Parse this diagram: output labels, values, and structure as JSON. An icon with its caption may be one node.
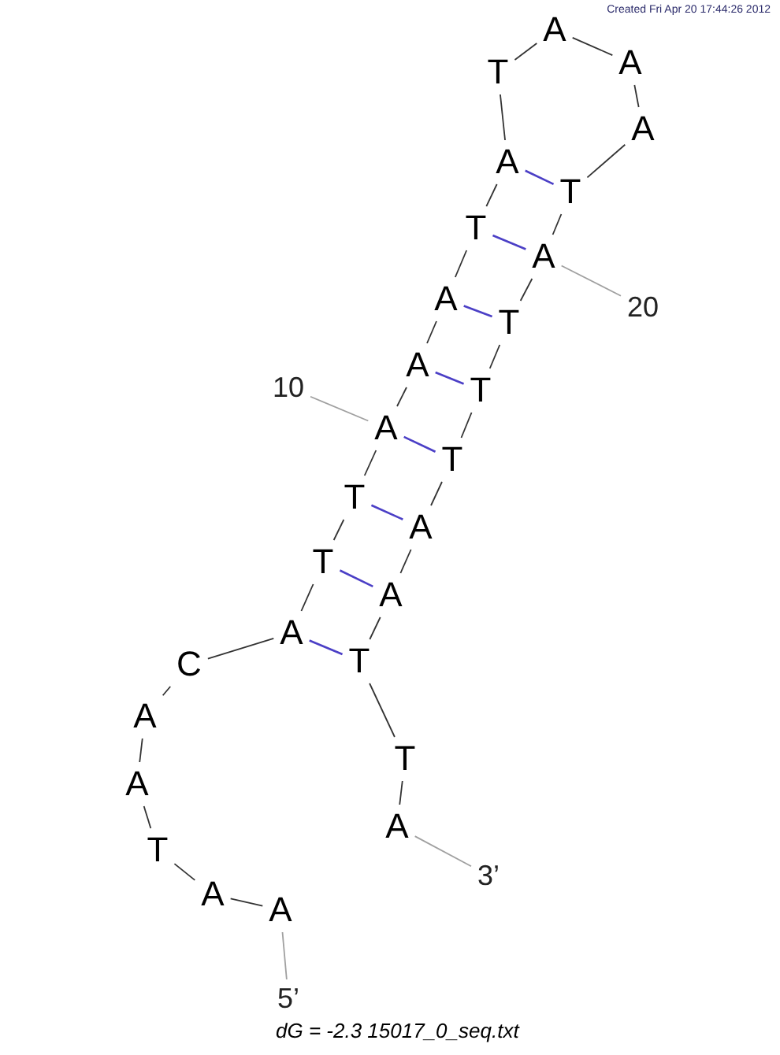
{
  "diagram": {
    "nodes": [
      {
        "text": [
          "A"
        ]
      },
      {
        "text": [
          "A"
        ]
      },
      {
        "text": [
          "T"
        ]
      },
      {
        "text": [
          "A"
        ]
      },
      {
        "text": [
          "A"
        ]
      },
      {
        "text": [
          "C"
        ]
      },
      {
        "text": [
          "A"
        ]
      },
      {
        "text": [
          "T"
        ]
      },
      {
        "text": [
          "T"
        ]
      },
      {
        "text": [
          "A"
        ]
      },
      {
        "text": [
          "A"
        ]
      },
      {
        "text": [
          "A"
        ]
      },
      {
        "text": [
          "T"
        ]
      },
      {
        "text": [
          "A"
        ]
      },
      {
        "text": [
          "T"
        ]
      },
      {
        "text": [
          "A"
        ]
      },
      {
        "text": [
          "A"
        ]
      },
      {
        "text": [
          "A"
        ]
      },
      {
        "text": [
          "T"
        ]
      },
      {
        "text": [
          "A"
        ]
      },
      {
        "text": [
          "T"
        ]
      },
      {
        "text": [
          "T"
        ]
      },
      {
        "text": [
          "T"
        ]
      },
      {
        "text": [
          "A"
        ]
      },
      {
        "text": [
          "A"
        ]
      },
      {
        "text": [
          "T"
        ]
      },
      {
        "text": [
          "T"
        ]
      },
      {
        "text": [
          "A"
        ]
      },
      {
        "text": [
          "10"
        ]
      },
      {
        "text": [
          "20"
        ]
      },
      {
        "text": [
          "3’"
        ]
      },
      {
        "text": [
          "5’"
        ]
      }
    ],
    "edges": [
      {
        "from": 0,
        "to": 1,
        "arrow": "none"
      },
      {
        "from": 1,
        "to": 2,
        "arrow": "none"
      },
      {
        "from": 2,
        "to": 3,
        "arrow": "none"
      },
      {
        "from": 3,
        "to": 4,
        "arrow": "none"
      },
      {
        "from": 4,
        "to": 5,
        "arrow": "none"
      },
      {
        "from": 5,
        "to": 6,
        "arrow": "none"
      },
      {
        "from": 6,
        "to": 7,
        "arrow": "none"
      },
      {
        "from": 7,
        "to": 8,
        "arrow": "none"
      },
      {
        "from": 8,
        "to": 9,
        "arrow": "none"
      },
      {
        "from": 9,
        "to": 10,
        "arrow": "none"
      },
      {
        "from": 10,
        "to": 11,
        "arrow": "none"
      },
      {
        "from": 11,
        "to": 12,
        "arrow": "none"
      },
      {
        "from": 12,
        "to": 13,
        "arrow": "none"
      },
      {
        "from": 13,
        "to": 14,
        "arrow": "none"
      },
      {
        "from": 14,
        "to": 15,
        "arrow": "none"
      },
      {
        "from": 15,
        "to": 16,
        "arrow": "none"
      },
      {
        "from": 16,
        "to": 17,
        "arrow": "none"
      },
      {
        "from": 17,
        "to": 18,
        "arrow": "none"
      },
      {
        "from": 18,
        "to": 19,
        "arrow": "none"
      },
      {
        "from": 19,
        "to": 20,
        "arrow": "none"
      },
      {
        "from": 20,
        "to": 21,
        "arrow": "none"
      },
      {
        "from": 21,
        "to": 22,
        "arrow": "none"
      },
      {
        "from": 22,
        "to": 23,
        "arrow": "none"
      },
      {
        "from": 23,
        "to": 24,
        "arrow": "none"
      },
      {
        "from": 24,
        "to": 25,
        "arrow": "none"
      },
      {
        "from": 25,
        "to": 26,
        "arrow": "none"
      },
      {
        "from": 26,
        "to": 27,
        "arrow": "none"
      },
      {
        "from": 13,
        "to": 18,
        "arrow": "none",
        "color": "#4b3fc6"
      },
      {
        "from": 12,
        "to": 19,
        "arrow": "none",
        "color": "#4b3fc6"
      },
      {
        "from": 11,
        "to": 20,
        "arrow": "none",
        "color": "#4b3fc6"
      },
      {
        "from": 10,
        "to": 21,
        "arrow": "none",
        "color": "#4b3fc6"
      },
      {
        "from": 9,
        "to": 22,
        "arrow": "none",
        "color": "#4b3fc6"
      },
      {
        "from": 8,
        "to": 23,
        "arrow": "none",
        "color": "#4b3fc6"
      },
      {
        "from": 7,
        "to": 24,
        "arrow": "none",
        "color": "#4b3fc6"
      },
      {
        "from": 6,
        "to": 25,
        "arrow": "none",
        "color": "#4b3fc6"
      },
      {
        "from": 28,
        "to": 9,
        "arrow": "none",
        "color": "#a0a0a0"
      },
      {
        "from": 29,
        "to": 19,
        "arrow": "none",
        "color": "#a0a0a0"
      },
      {
        "from": 27,
        "to": 30,
        "arrow": "none",
        "color": "#a0a0a0"
      },
      {
        "from": 0,
        "to": 31,
        "arrow": "none",
        "color": "#a0a0a0"
      }
    ],
    "labels": [
      "Created Fri Apr 20 17:44:26 2012",
      "dG = -2.3 15017_0_seq.txt"
    ]
  }
}
